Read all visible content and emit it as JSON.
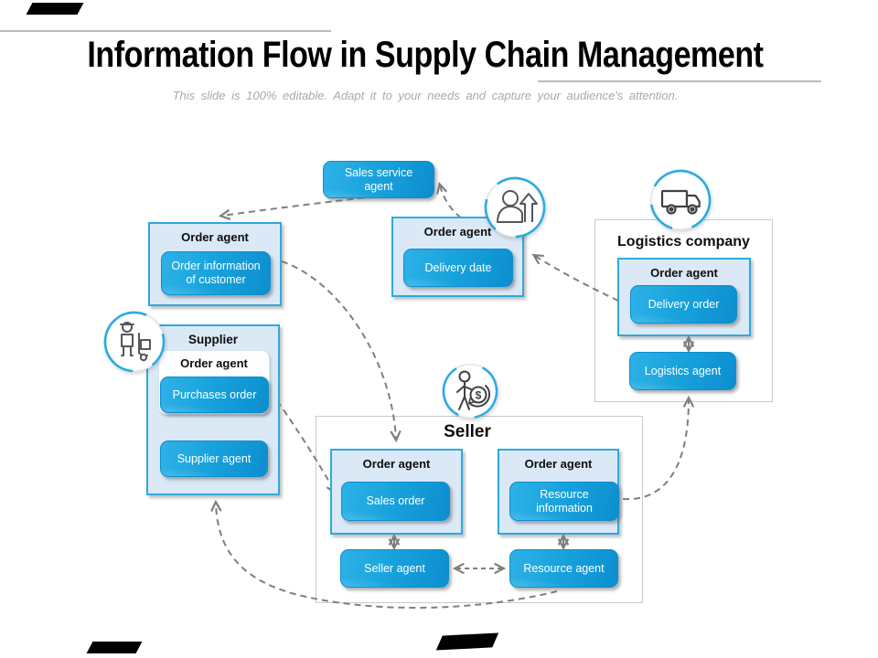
{
  "header": {
    "title": "Information Flow in Supply Chain Management",
    "subtitle": "This slide is 100% editable. Adapt it to your needs and capture your audience's attention."
  },
  "nodes": {
    "sales_service": {
      "label": "Sales service agent"
    },
    "customer_order": {
      "title": "Order agent",
      "item": "Order information of customer"
    },
    "delivery": {
      "title": "Order agent",
      "item": "Delivery date"
    },
    "supplier": {
      "title": "Supplier",
      "order_agent": "Order agent",
      "item": "Purchases order",
      "agent": "Supplier agent"
    },
    "logistics": {
      "title": "Logistics company",
      "order_agent": "Order agent",
      "item": "Delivery order",
      "agent": "Logistics agent"
    },
    "seller": {
      "title": "Seller",
      "sales": {
        "title": "Order agent",
        "item": "Sales order",
        "agent": "Seller agent"
      },
      "resource": {
        "title": "Order agent",
        "item": "Resource information",
        "agent": "Resource agent"
      }
    }
  },
  "icons": {
    "customer": "person-up-arrow-icon",
    "supplier": "worker-handtruck-icon",
    "logistics": "delivery-truck-icon",
    "seller": "seller-money-icon"
  },
  "colors": {
    "accent": "#29abe2",
    "button_gradient_start": "#2fb3e8",
    "button_gradient_end": "#0d8ecf",
    "panel_fill": "#dbe9f7",
    "connector": "#7f7f7f",
    "subtitle_text": "#a6a9ad"
  }
}
